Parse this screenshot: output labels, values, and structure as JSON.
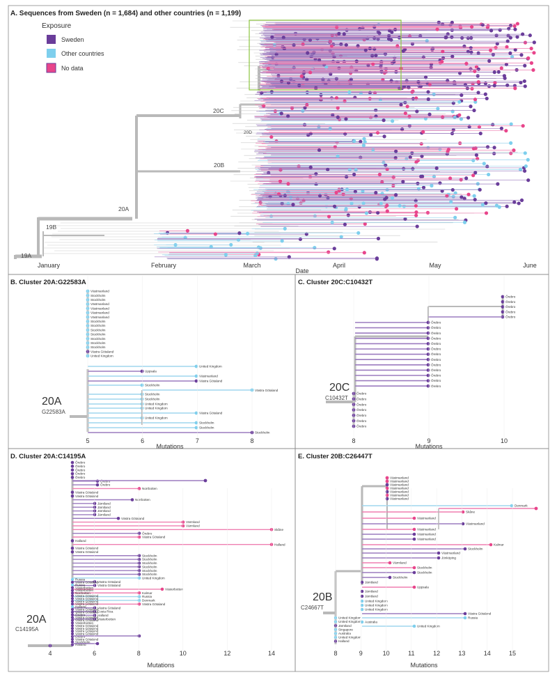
{
  "colors": {
    "sweden": "#6a3d9a",
    "other": "#7ecfed",
    "nodata": "#e8458b",
    "sweden_branch": "#9b7bbf",
    "other_branch": "#9fd6ee",
    "nodata_branch": "#ef7fb0",
    "grey": "#b9b9b9",
    "box": "#8dc63f",
    "frame": "#8a8a8a"
  },
  "panelA": {
    "title": "A. Sequences from Sweden (n = 1,684) and other countries (n = 1,199)",
    "legend_title": "Exposure",
    "legend": [
      {
        "label": "Sweden",
        "color": "#6a3d9a"
      },
      {
        "label": "Other countries",
        "color": "#7ecfed"
      },
      {
        "label": "No data",
        "color": "#e8458b"
      }
    ],
    "months": [
      "January",
      "February",
      "March",
      "April",
      "May",
      "June"
    ],
    "xlabel": "Date",
    "clades": [
      "20C",
      "20D",
      "20B",
      "20A",
      "19B",
      "19A"
    ]
  },
  "panelB": {
    "title": "B. Cluster 20A:G22583A",
    "clade": "20A",
    "mutation": "G22583A",
    "ticks": [
      "5",
      "6",
      "7",
      "8"
    ],
    "xlabel": "Mutations",
    "tips_stack": [
      "Västmanland",
      "Stockholm",
      "Stockholm",
      "Västmanland",
      "Västmanland",
      "Västmanland",
      "Västmanland",
      "Stockholm",
      "Stockholm",
      "Stockholm",
      "Stockholm",
      "Stockholm",
      "Stockholm",
      "Stockholm",
      "Västra Götaland",
      "United Kingdom"
    ],
    "tips_branch": [
      "United Kingdom",
      "Uppsala",
      "Västmanland",
      "Västra Götaland",
      "Stockholm",
      "Stockholm",
      "Stockholm",
      "United Kingdom",
      "United Kingdom",
      "Västra Götaland",
      "United Kingdom",
      "Stockholm",
      "Stockholm",
      "Stockholm",
      "Västra Götaland"
    ]
  },
  "panelC": {
    "title": "C. Cluster 20C:C10432T",
    "clade": "20C",
    "mutation": "C10432T",
    "ticks": [
      "8",
      "9",
      "10"
    ],
    "xlabel": "Mutations",
    "tips_top": [
      "Örebro",
      "Örebro",
      "Örebro",
      "Örebro",
      "Örebro"
    ],
    "tips_mid": [
      "Örebro",
      "Örebro",
      "Örebro",
      "Örebro",
      "Örebro",
      "Örebro",
      "Örebro",
      "Örebro",
      "Örebro",
      "Örebro",
      "Örebro",
      "Örebro",
      "Örebro"
    ],
    "tips_low": [
      "Örebro",
      "Örebro",
      "Örebro",
      "Örebro",
      "Örebro",
      "Örebro",
      "Örebro"
    ]
  },
  "panelD": {
    "title": "D. Cluster 20A:C14195A",
    "clade": "20A",
    "mutation": "C14195A",
    "ticks": [
      "4",
      "6",
      "8",
      "10",
      "12",
      "14"
    ],
    "xlabel": "Mutations",
    "tips_upper": [
      "Örebro",
      "Örebro",
      "Örebro",
      "Örebro",
      "Örebro",
      "Örebro",
      "Örebro",
      "Norrbotten",
      "Västra Götaland",
      "Västra Götaland",
      "Norrbotten",
      "Jämtland",
      "Jämtland",
      "Jämtland",
      "Jämtland",
      "Västra Götaland",
      "Värmland",
      "Värmland",
      "Skåne",
      "Örebro",
      "Västra Götaland",
      "Halland",
      "Halland",
      "Västra Götaland",
      "Västra Götaland",
      "Stockholm",
      "Stockholm",
      "Stockholm",
      "Stockholm",
      "Stockholm",
      "Stockholm",
      "United Kingdom",
      "Västra Götaland",
      "Västra Götaland",
      "Västerbotten",
      "Kalmar",
      "Russia",
      "Denmark",
      "Västra Götaland",
      "Västra Götaland",
      "Costa Rica",
      "Halland",
      "Västerbotten"
    ],
    "tips_stack": [
      "Russia",
      "Västra Götaland",
      "Russia",
      "Västerbotten",
      "Västerbotten",
      "Norrbotten",
      "Västra Götaland",
      "Västra Götaland",
      "Västra Götaland",
      "Västra Götaland",
      "Halland",
      "Västra Götaland",
      "Västra Götaland",
      "Örebro",
      "Västra Götaland",
      "Västra Götaland",
      "Västerbotten",
      "Västra Götaland",
      "Västra Götaland",
      "Västra Götaland",
      "Västra Götaland",
      "Örebro",
      "Västra Götaland",
      "Stockholm",
      "Halland"
    ]
  },
  "panelE": {
    "title": "E. Cluster 20B:C26447T",
    "clade": "20B",
    "mutation": "C24667T",
    "ticks": [
      "8",
      "9",
      "10",
      "11",
      "12",
      "13",
      "14",
      "15"
    ],
    "xlabel": "Mutations",
    "tips_stack": [
      "Västmanland",
      "Västmanland",
      "Västmanland",
      "Västmanland",
      "Västmanland",
      "Västmanland",
      "Västmanland"
    ],
    "tips_branch": [
      "Denmark",
      "Skåne",
      "Västmanland",
      "Västmanland",
      "Västmanland",
      "Västmanland",
      "Västmanland",
      "Kalmar",
      "Stockholm",
      "Västmanland",
      "Jönköping",
      "Värmland",
      "Stockholm",
      "Stockholm",
      "Stockholm",
      "Jämtland",
      "Uppsala",
      "Jämtland",
      "Jämtland",
      "United Kingdom",
      "United Kingdom",
      "United Kingdom",
      "Västra Götaland",
      "Russia",
      "Australia",
      "United Kingdom"
    ],
    "tips_base": [
      "United Kingdom",
      "United Kingdom",
      "Jämtland",
      "Singapore",
      "Australia",
      "United Kingdom",
      "Halland"
    ]
  }
}
